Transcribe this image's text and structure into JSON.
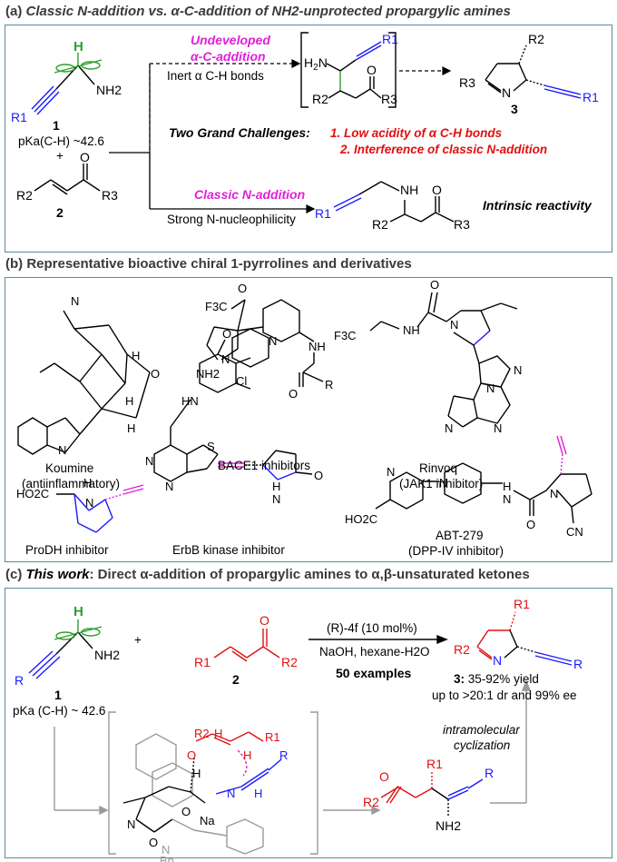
{
  "section_a": {
    "title_prefix": "(a) ",
    "title": "Classic N-addition vs. α-C-addition of NH2-unprotected propargylic amines",
    "compound1_label": "1",
    "pka_text": "pKa(C-H) ~42.6",
    "plus": "+",
    "compound2_label": "2",
    "undeveloped_line1": "Undeveloped",
    "undeveloped_line2": "α-C-addition",
    "inert_text": "Inert α C-H bonds",
    "compound3_label": "3",
    "challenges_label": "Two Grand Challenges:",
    "challenge1": "1. Low acidity of α C-H bonds",
    "challenge2": "2. Interference of classic N-addition",
    "classic_label": "Classic N-addition",
    "strong_text": "Strong N-nucleophilicity",
    "intrinsic_text": "Intrinsic reactivity",
    "atoms": {
      "H": "H",
      "NH2": "NH2",
      "R1": "R1",
      "R2": "R2",
      "R3": "R3",
      "O": "O",
      "N": "N",
      "NH": "NH"
    }
  },
  "section_b": {
    "title": "(b) Representative bioactive chiral 1-pyrrolines and derivatives",
    "koumine_name": "Koumine",
    "koumine_desc": "(antiinflammatory)",
    "bace_name": "BACE1 inhibitors",
    "rinvoq_name": "Rinvoq",
    "rinvoq_desc": "(JAK1 inhibitor)",
    "prodh_name": "ProDH inhibitor",
    "erbb_name": "ErbB kinase inhibitor",
    "abt_name": "ABT-279",
    "abt_desc": "(DPP-IV inhibitor)",
    "atoms": {
      "F3C": "F3C",
      "NH2": "NH2",
      "NH": "NH",
      "R": "R",
      "O": "O",
      "N": "N",
      "H": "H",
      "CF3": "F3C",
      "HO2C": "HO2C",
      "Cl": "Cl",
      "HN": "HN",
      "S": "S",
      "CN": "CN"
    }
  },
  "section_c": {
    "title_prefix": "(c) ",
    "title_em": "This work",
    "title_rest": ": Direct α-addition of propargylic amines to α,β-unsaturated ketones",
    "compound1_label": "1",
    "pka_text": "pKa (C-H) ~ 42.6",
    "plus": "+",
    "compound2_label": "2",
    "catalyst": "(R)-4f (10 mol%)",
    "conditions": "NaOH, hexane-H2O",
    "examples": "50 examples",
    "product_label": "3:",
    "yield_text": "35-92% yield",
    "selectivity": "up to >20:1 dr and 99% ee",
    "cyclization_line1": "intramolecular",
    "cyclization_line2": "cyclization",
    "atoms": {
      "R": "R",
      "R1": "R1",
      "R2": "R2",
      "O": "O",
      "NH2": "NH2",
      "H": "H",
      "N": "N",
      "Na": "Na",
      "Bn": "Bn"
    }
  },
  "colors": {
    "frame": "#5a8c96",
    "magenta": "#e020d8",
    "red": "#e01010",
    "blue": "#1a1aff",
    "green": "#2ea02e",
    "grey": "#9a9a9a"
  }
}
